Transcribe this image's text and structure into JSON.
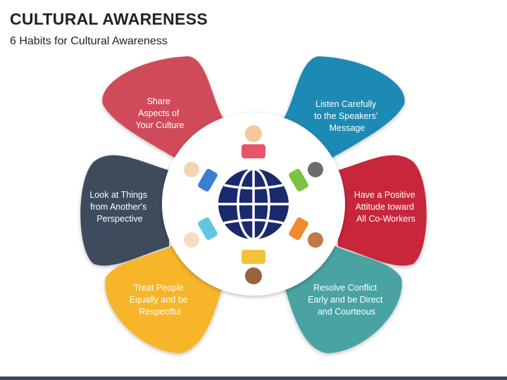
{
  "header": {
    "title": "CULTURAL AWARENESS",
    "subtitle": "6 Habits for Cultural Awareness"
  },
  "habits": [
    {
      "id": "share",
      "lines": [
        "Share",
        "Aspects of",
        "Your Culture"
      ],
      "color": "#d04b5a"
    },
    {
      "id": "listen",
      "lines": [
        "Listen Carefully",
        "to the Speakers'",
        "Message"
      ],
      "color": "#1f8ab4"
    },
    {
      "id": "look",
      "lines": [
        "Look at Things",
        "from Another's",
        "Perspective"
      ],
      "color": "#3d4b5d"
    },
    {
      "id": "positive",
      "lines": [
        "Have a Positive",
        "Attitude toward",
        "All Co-Workers"
      ],
      "color": "#c8283a"
    },
    {
      "id": "treat",
      "lines": [
        "Treat People",
        "Equally and be",
        "Respectful"
      ],
      "color": "#f7b52a"
    },
    {
      "id": "resolve",
      "lines": [
        "Resolve Conflict",
        "Early and be Direct",
        "and Courteous"
      ],
      "color": "#4aa3a3"
    }
  ],
  "center": {
    "globe_icon": "globe-icon",
    "globe_color": "#1a2a6c",
    "people": [
      {
        "name": "person-top",
        "head": "#f3c89a",
        "body": "#e8556a"
      },
      {
        "name": "person-upper-left",
        "head": "#f5d3b5",
        "body": "#3a7fd5"
      },
      {
        "name": "person-upper-right",
        "head": "#6b6b6b",
        "body": "#7cc242"
      },
      {
        "name": "person-lower-left",
        "head": "#f7dcc0",
        "body": "#5fc7e5"
      },
      {
        "name": "person-lower-right",
        "head": "#c07a45",
        "body": "#f28a2e"
      },
      {
        "name": "person-bottom",
        "head": "#9a6240",
        "body": "#f3c23a"
      }
    ]
  }
}
